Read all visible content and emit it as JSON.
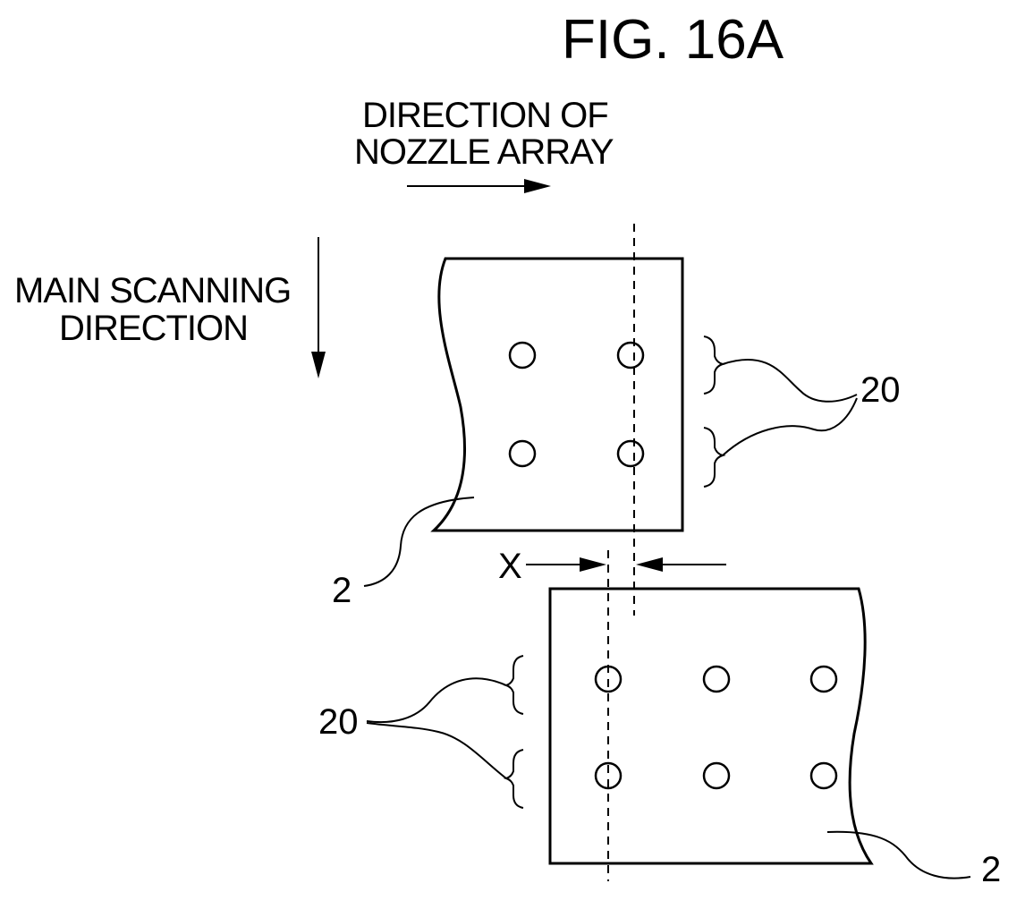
{
  "figure": {
    "title": "FIG. 16A",
    "nozzle_direction_label": {
      "line1": "DIRECTION OF",
      "line2": "NOZZLE ARRAY"
    },
    "scan_direction_label": {
      "line1": "MAIN SCANNING",
      "line2": "DIRECTION"
    },
    "offset_label": "X",
    "ref_nozzle_group": "20",
    "ref_head": "2",
    "upper_head": {
      "rows": 2,
      "cols": 2
    },
    "lower_head": {
      "rows": 2,
      "cols": 3
    }
  }
}
